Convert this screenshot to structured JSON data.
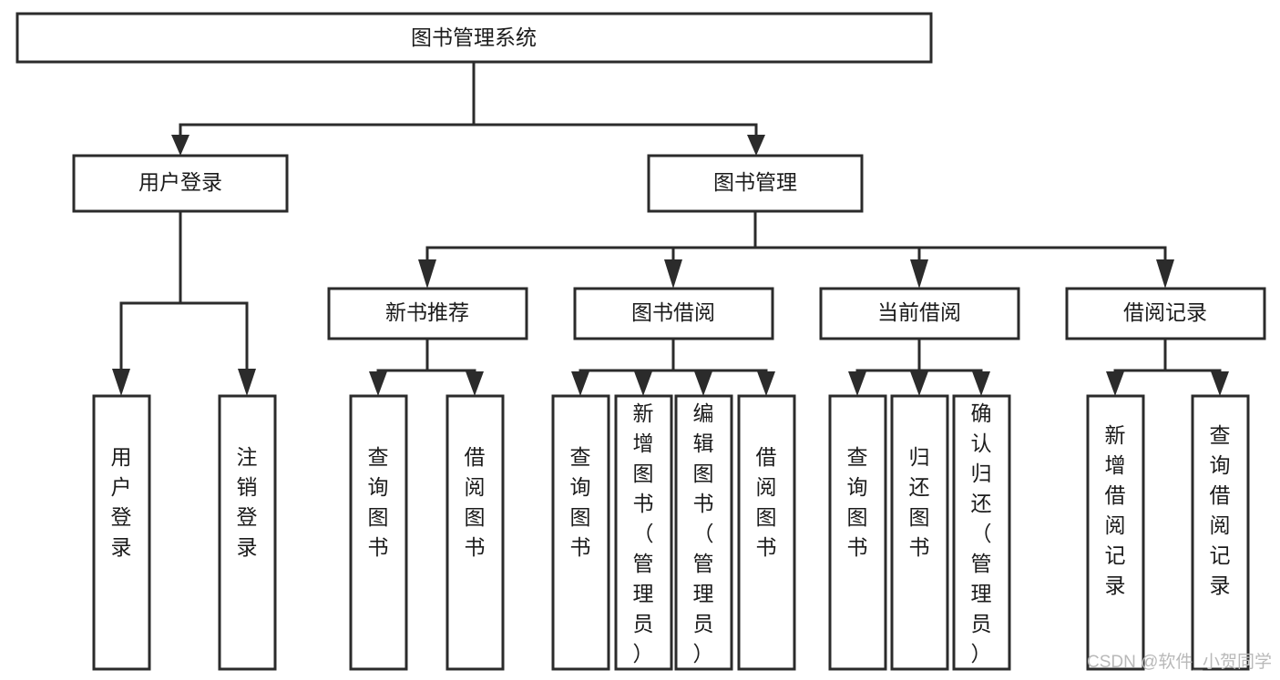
{
  "diagram": {
    "title": "图书管理系统",
    "type": "tree",
    "orientation": "top-down",
    "colors": {
      "box_stroke": "#2b2b2b",
      "box_fill": "#ffffff",
      "connector": "#2b2b2b",
      "text": "#1b1b1b",
      "background": "#ffffff",
      "watermark": "#b9b9b9"
    },
    "root": {
      "id": "root",
      "label": "图书管理系统"
    },
    "level2": [
      {
        "id": "user-login",
        "label": "用户登录"
      },
      {
        "id": "book-management",
        "label": "图书管理"
      }
    ],
    "level3": [
      {
        "id": "new-book-recommend",
        "label": "新书推荐",
        "parent": "book-management"
      },
      {
        "id": "book-borrow",
        "label": "图书借阅",
        "parent": "book-management"
      },
      {
        "id": "current-borrow",
        "label": "当前借阅",
        "parent": "book-management"
      },
      {
        "id": "borrow-record",
        "label": "借阅记录",
        "parent": "book-management"
      }
    ],
    "leaves": {
      "user-login": [
        {
          "id": "leaf-user-login",
          "label": "用户登录"
        },
        {
          "id": "leaf-user-logout",
          "label": "注销登录"
        }
      ],
      "new-book-recommend": [
        {
          "id": "leaf-query-book-1",
          "label": "查询图书"
        },
        {
          "id": "leaf-borrow-book-1",
          "label": "借阅图书"
        }
      ],
      "book-borrow": [
        {
          "id": "leaf-query-book-2",
          "label": "查询图书"
        },
        {
          "id": "leaf-add-book",
          "label": "新增图书（管理员）"
        },
        {
          "id": "leaf-edit-book",
          "label": "编辑图书（管理员）"
        },
        {
          "id": "leaf-borrow-book-2",
          "label": "借阅图书"
        }
      ],
      "current-borrow": [
        {
          "id": "leaf-query-book-3",
          "label": "查询图书"
        },
        {
          "id": "leaf-return-book",
          "label": "归还图书"
        },
        {
          "id": "leaf-confirm-return",
          "label": "确认归还（管理员）"
        }
      ],
      "borrow-record": [
        {
          "id": "leaf-add-record",
          "label": "新增借阅记录"
        },
        {
          "id": "leaf-query-record",
          "label": "查询借阅记录"
        }
      ]
    },
    "watermark": "CSDN @软件_小贺同学"
  }
}
